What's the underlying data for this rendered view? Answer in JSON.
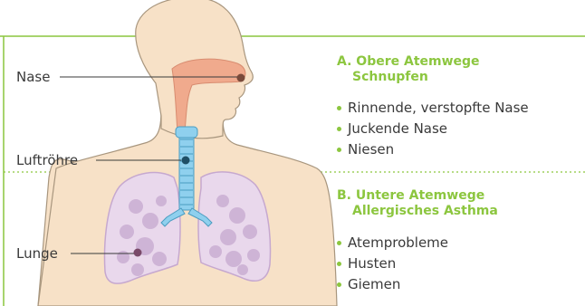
{
  "labels": {
    "nose": "Nase",
    "trachea": "Luftröhre",
    "lung": "Lunge"
  },
  "upper": {
    "title": "A. Obere Atemwege",
    "subtitle": "Schnupfen",
    "items": [
      "Rinnende, verstopfte Nase",
      "Juckende Nase",
      "Niesen"
    ]
  },
  "lower": {
    "title": "B. Untere Atemwege",
    "subtitle": "Allergisches Asthma",
    "items": [
      "Atemprobleme",
      "Husten",
      "Giemen"
    ]
  },
  "colors": {
    "accent": "#8cc63f",
    "skin": "#f7e1c7",
    "skin_outline": "#a8967e",
    "airway": "#f0aa8d",
    "trachea": "#8fd0ee",
    "lung": "#e9d8ec",
    "lung_vessels": "#c6a8cf"
  }
}
